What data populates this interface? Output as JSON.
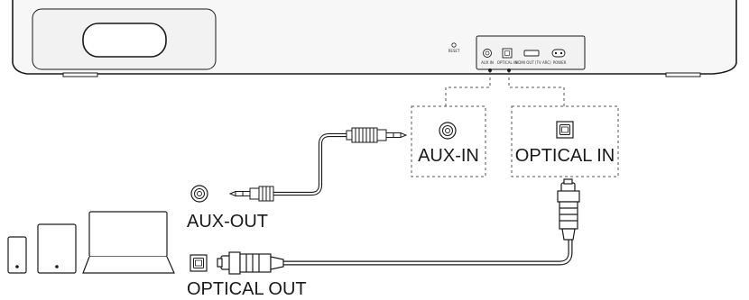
{
  "soundbar": {
    "reset_label": "RESET",
    "ports": {
      "aux_in": "AUX IN",
      "optical_in": "OPTICAL IN",
      "hdmi_out": "HDMI OUT (TV ARC)",
      "power": "POWER"
    }
  },
  "callouts": {
    "aux_in": "AUX-IN",
    "optical_in": "OPTICAL IN"
  },
  "source": {
    "aux_out": "AUX-OUT",
    "optical_out": "OPTICAL OUT"
  },
  "icons": {
    "aux_port": "aux-port-icon",
    "optical_port": "optical-port-icon",
    "hdmi_port": "hdmi-port-icon",
    "power_port": "power-port-icon",
    "phone": "phone-icon",
    "tablet": "tablet-icon",
    "laptop": "laptop-icon"
  },
  "colors": {
    "line": "#1a1a1a",
    "body_fill": "#f7f7f7",
    "dash": "#555555"
  }
}
